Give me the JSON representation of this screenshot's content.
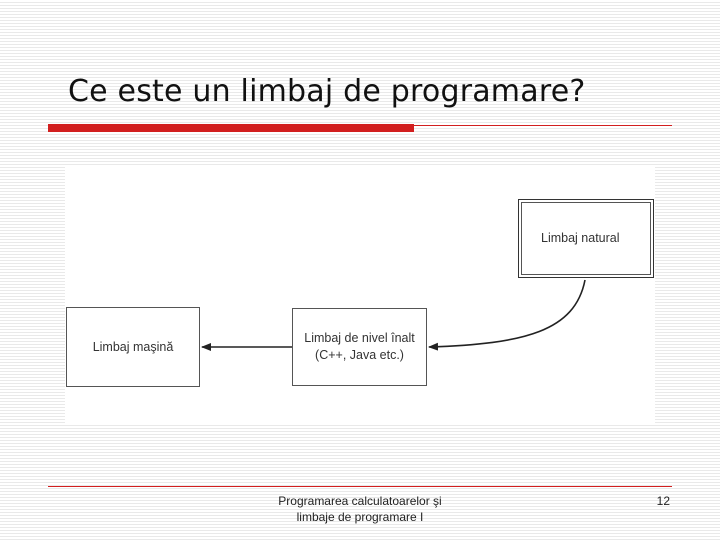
{
  "slide": {
    "title": "Ce este un limbaj de programare?",
    "accent_color": "#d21f1f"
  },
  "diagram": {
    "boxes": {
      "natural": "Limbaj natural",
      "high_level": "Limbaj de nivel înalt (C++, Java etc.)",
      "machine": "Limbaj maşină"
    },
    "arrows": [
      {
        "from": "natural",
        "to": "high_level"
      },
      {
        "from": "high_level",
        "to": "machine"
      }
    ]
  },
  "footer": {
    "line1": "Programarea calculatoarelor şi",
    "line2": "limbaje de programare I",
    "page_number": "12"
  }
}
